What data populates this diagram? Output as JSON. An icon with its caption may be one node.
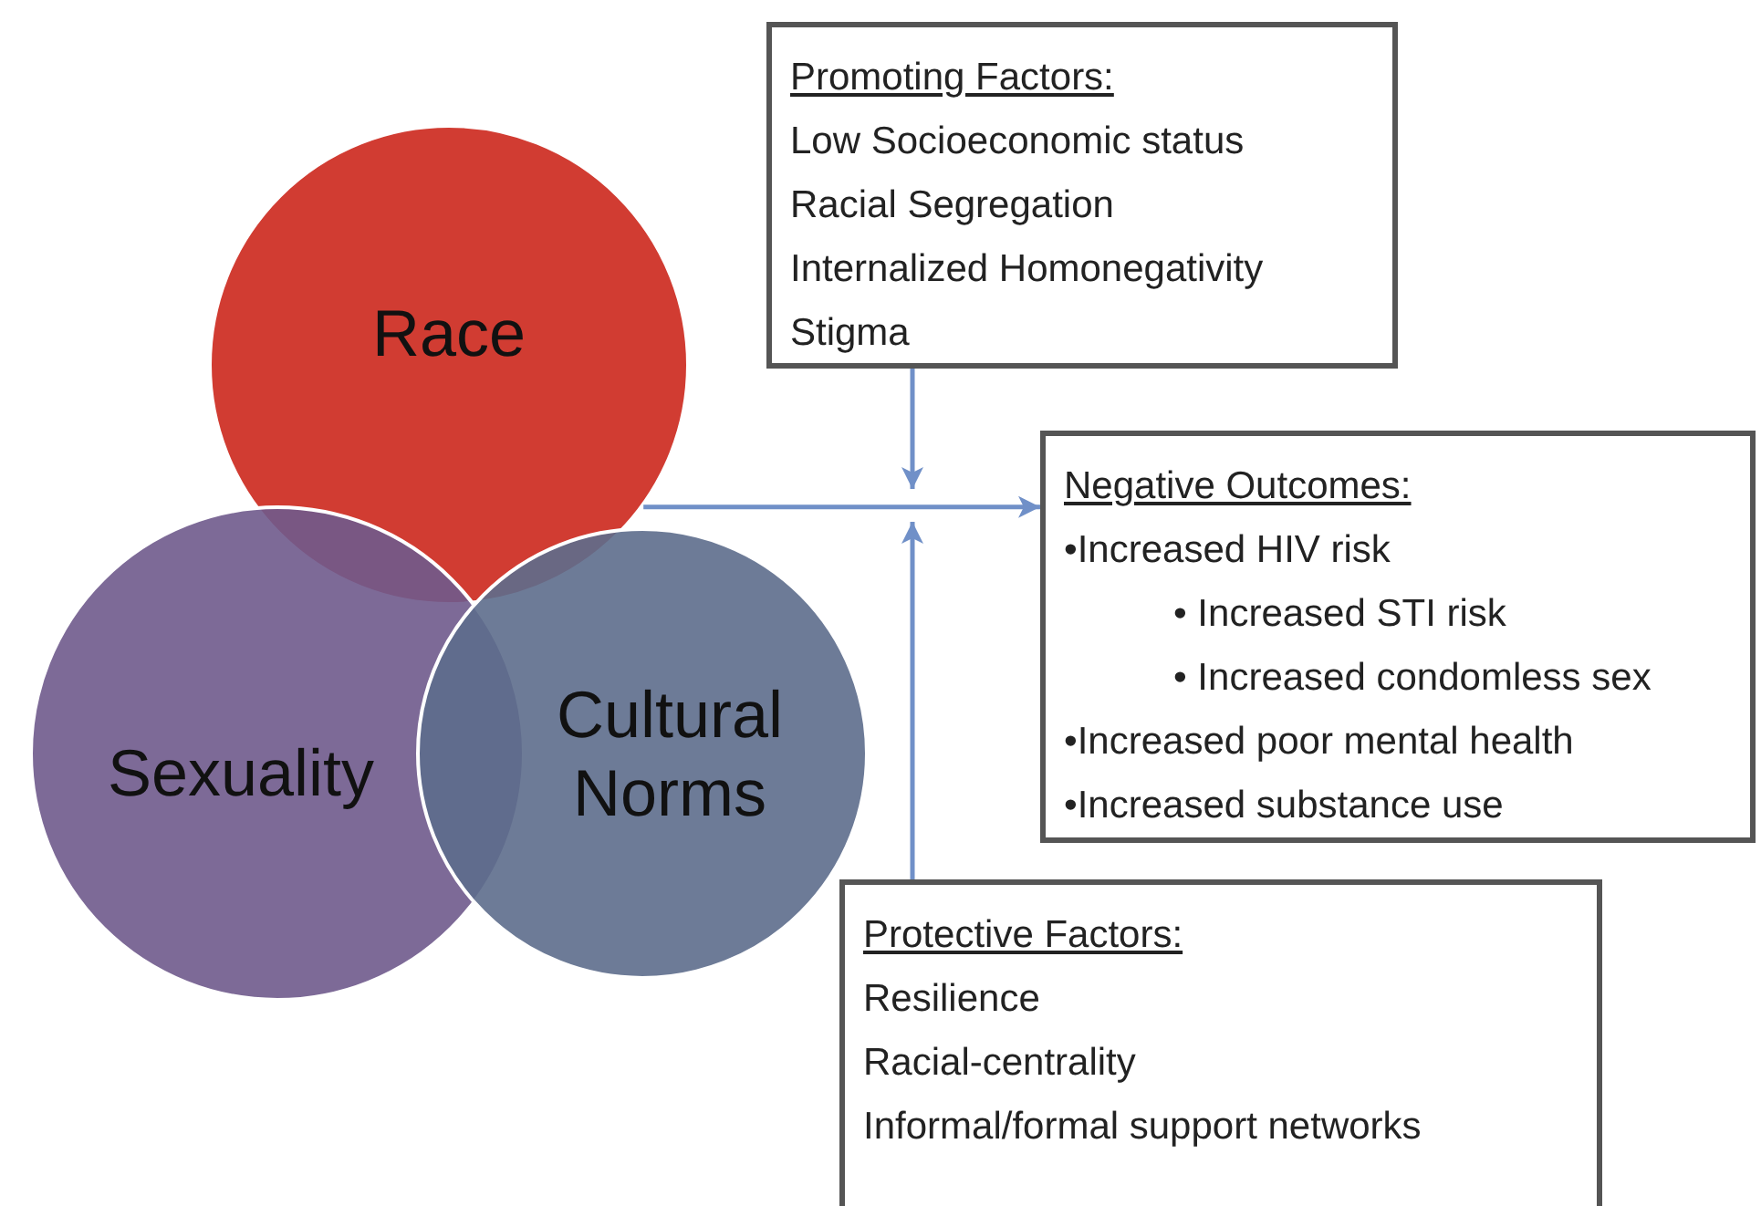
{
  "diagram": {
    "nodes": [
      {
        "text": [
          "Race"
        ]
      },
      {
        "text": [
          "Sexuality"
        ]
      },
      {
        "text": [
          "Cultural Norms"
        ]
      },
      {
        "text": [
          "Promoting Factors:",
          "Low Socioeconomic status",
          "Racial Segregation",
          "Internalized Homonegativity",
          "Stigma"
        ]
      },
      {
        "text": [
          "Negative Outcomes:",
          "•Increased HIV risk",
          "• Increased STI risk",
          "• Increased condomless sex",
          "•Increased poor mental health",
          "•Increased substance use"
        ]
      },
      {
        "text": [
          "Protective Factors:",
          "Resilience",
          "Racial-centrality",
          "Informal/formal support networks"
        ]
      }
    ],
    "edges": [
      {
        "from": 3,
        "to": null,
        "arrow": "to"
      },
      {
        "from": 0,
        "to": 4,
        "arrow": "to"
      },
      {
        "from": 5,
        "to": null,
        "arrow": "to"
      }
    ]
  }
}
